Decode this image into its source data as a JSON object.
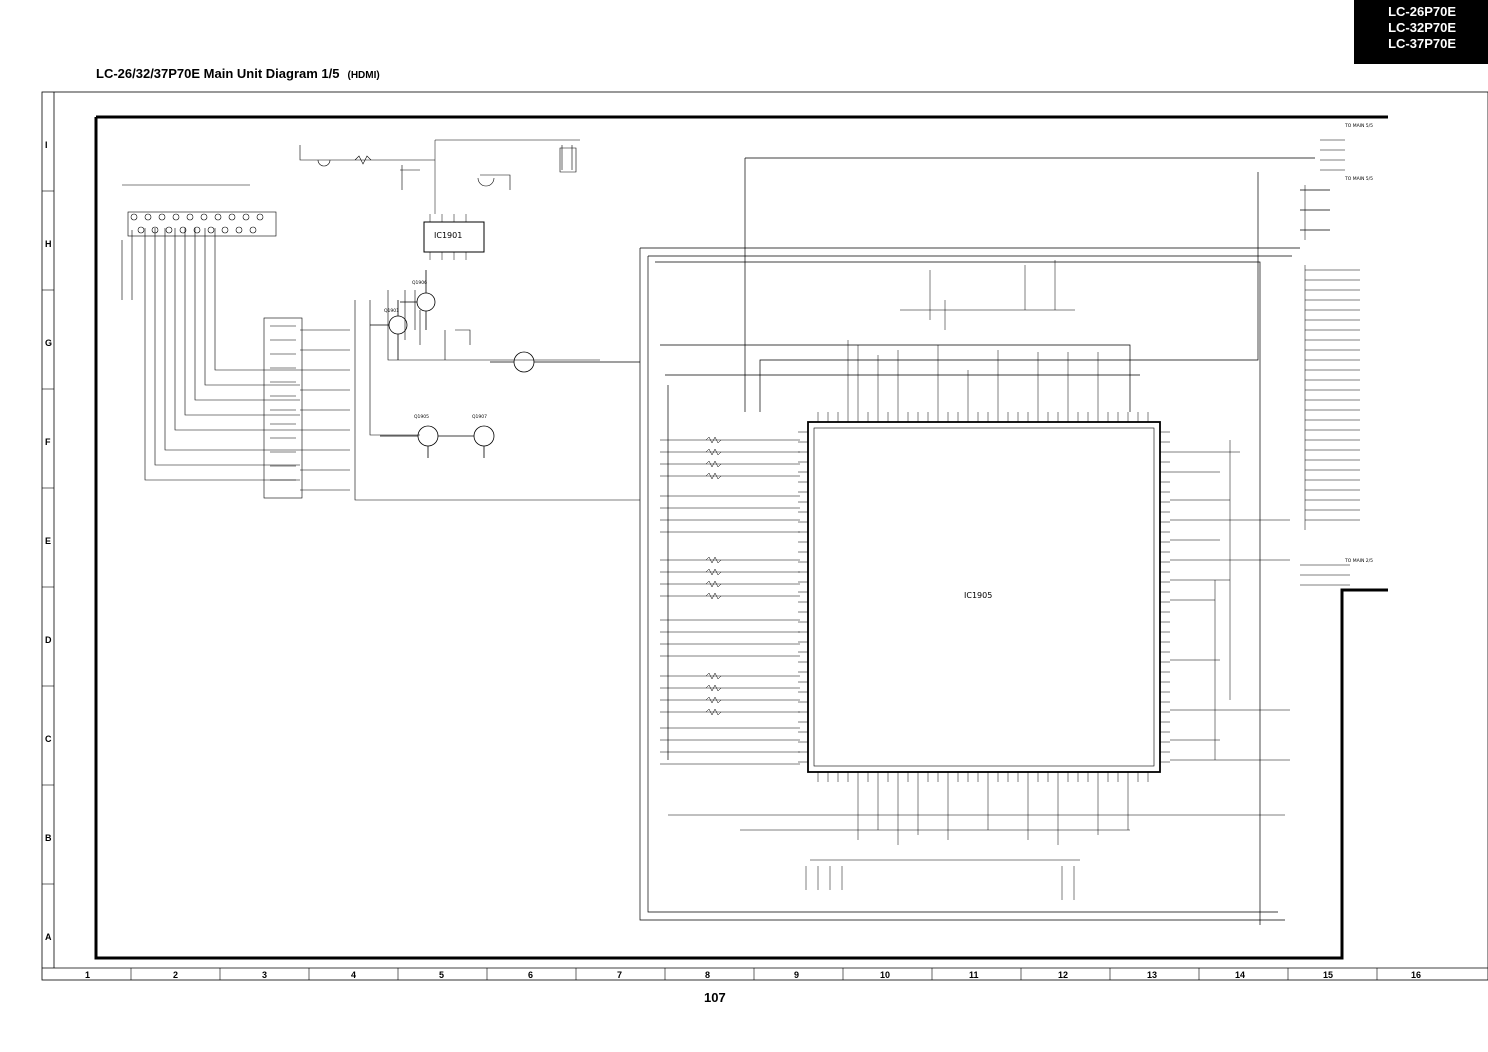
{
  "models": [
    "LC-26P70E",
    "LC-32P70E",
    "LC-37P70E"
  ],
  "title": "LC-26/32/37P70E Main Unit Diagram  1/5",
  "subtitle": "(HDMI)",
  "page_number": "107",
  "row_labels": [
    "I",
    "H",
    "G",
    "F",
    "E",
    "D",
    "C",
    "B",
    "A"
  ],
  "column_labels": [
    "1",
    "2",
    "3",
    "4",
    "5",
    "6",
    "7",
    "8",
    "9",
    "10",
    "11",
    "12",
    "13",
    "14",
    "15",
    "16"
  ],
  "components": {
    "ic1901": "IC1901",
    "ic1905": "IC1905",
    "q1905": "Q1905",
    "q1906": "Q1906",
    "q1907": "Q1907",
    "q1901": "Q1901"
  },
  "connectors": {
    "to_main_top": "TO MAIN 5/5",
    "to_main_mid": "TO MAIN 5/5",
    "to_main_low": "TO MAIN 2/5"
  }
}
